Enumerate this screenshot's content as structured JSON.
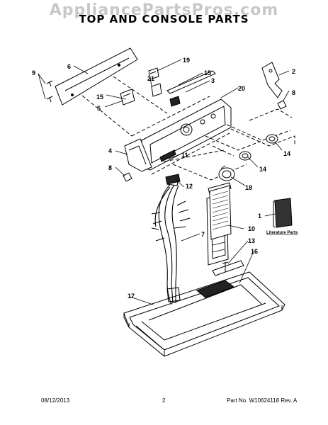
{
  "watermark": "AppliancePartsPros.com",
  "title": "TOP AND CONSOLE PARTS",
  "callouts": {
    "c1": "1",
    "c2": "2",
    "c3": "3",
    "c4": "4",
    "c5": "5",
    "c6": "6",
    "c7": "7",
    "c8a": "8",
    "c8b": "8",
    "c9": "9",
    "c10": "10",
    "c11": "11",
    "c12": "12",
    "c13": "13",
    "c14a": "14",
    "c14b": "14",
    "c15a": "15",
    "c15b": "15",
    "c16": "16",
    "c17": "17",
    "c18": "18",
    "c19": "19",
    "c20": "20",
    "c21": "21"
  },
  "literature_label": "Literature Parts",
  "footer": {
    "date": "08/12/2013",
    "page": "2",
    "part": "Part No. W10624118 Rev. A"
  }
}
